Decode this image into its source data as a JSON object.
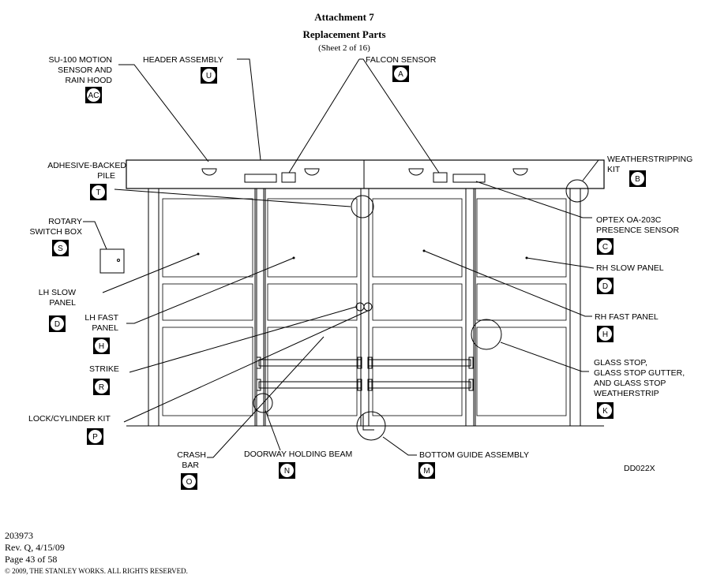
{
  "header": {
    "title": "Attachment 7",
    "subtitle": "Replacement Parts",
    "sheet": "(Sheet 2 of 16)"
  },
  "parts": [
    {
      "id": "su100",
      "lines": [
        "SU-100 MOTION",
        "SENSOR AND",
        "RAIN HOOD"
      ],
      "letter": "AC"
    },
    {
      "id": "header_assembly",
      "lines": [
        "HEADER ASSEMBLY"
      ],
      "letter": "U"
    },
    {
      "id": "falcon",
      "lines": [
        "FALCON SENSOR"
      ],
      "letter": "A"
    },
    {
      "id": "pile",
      "lines": [
        "ADHESIVE-BACKED",
        "PILE"
      ],
      "letter": "T"
    },
    {
      "id": "weatherstripping",
      "lines": [
        "WEATHERSTRIPPING",
        "KIT"
      ],
      "letter": "B"
    },
    {
      "id": "rotary",
      "lines": [
        "ROTARY",
        "SWITCH BOX"
      ],
      "letter": "S"
    },
    {
      "id": "optex",
      "lines": [
        "OPTEX OA-203C",
        "PRESENCE SENSOR"
      ],
      "letter": "C"
    },
    {
      "id": "lh_slow",
      "lines": [
        "LH SLOW",
        "PANEL"
      ],
      "letter": "D"
    },
    {
      "id": "rh_slow",
      "lines": [
        "RH SLOW PANEL"
      ],
      "letter": "D"
    },
    {
      "id": "lh_fast",
      "lines": [
        "LH FAST",
        "PANEL"
      ],
      "letter": "H"
    },
    {
      "id": "rh_fast",
      "lines": [
        "RH FAST PANEL"
      ],
      "letter": "H"
    },
    {
      "id": "strike",
      "lines": [
        "STRIKE"
      ],
      "letter": "R"
    },
    {
      "id": "glass_stop",
      "lines": [
        "GLASS STOP,",
        "GLASS STOP GUTTER,",
        "AND GLASS STOP",
        "WEATHERSTRIP"
      ],
      "letter": "K"
    },
    {
      "id": "lock",
      "lines": [
        "LOCK/CYLINDER KIT"
      ],
      "letter": "P"
    },
    {
      "id": "crash_bar",
      "lines": [
        "CRASH",
        "BAR"
      ],
      "letter": "O"
    },
    {
      "id": "holding_beam",
      "lines": [
        "DOORWAY HOLDING BEAM"
      ],
      "letter": "N"
    },
    {
      "id": "bottom_guide",
      "lines": [
        "BOTTOM GUIDE ASSEMBLY"
      ],
      "letter": "M"
    }
  ],
  "drawing_code": "DD022X",
  "footer": {
    "doc_number": "203973",
    "revision": "Rev. Q, 4/15/09",
    "page": "Page 43 of 58",
    "copyright": "© 2009, THE STANLEY WORKS. ALL RIGHTS RESERVED."
  }
}
